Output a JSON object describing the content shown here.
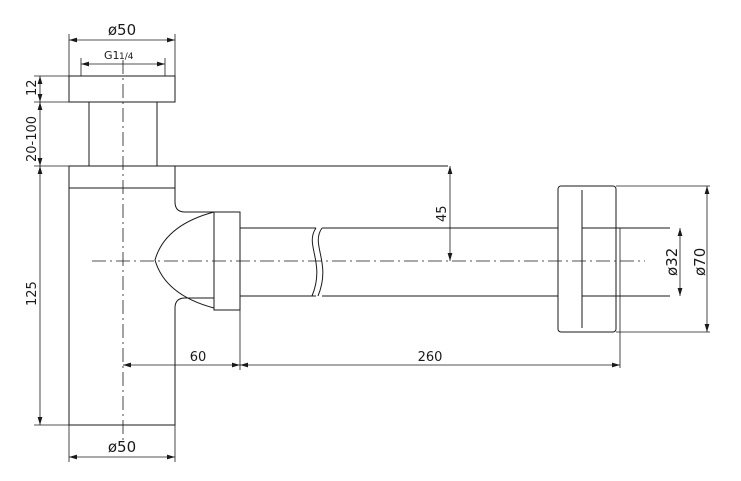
{
  "dimensions": {
    "top_diameter": "ø50",
    "thread": "G1",
    "thread_fraction": "1/4",
    "nut_height": "12",
    "adjust_height": "20-100",
    "body_height": "125",
    "bottom_diameter": "ø50",
    "inlet_offset": "60",
    "pipe_length": "260",
    "pipe_drop": "45",
    "pipe_diameter": "ø32",
    "flange_diameter": "ø70"
  }
}
